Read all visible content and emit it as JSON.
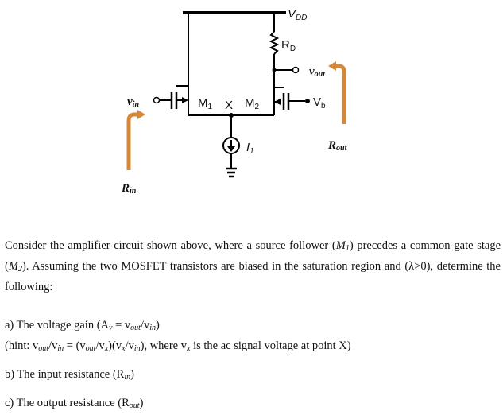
{
  "circuit": {
    "supply_label": "V",
    "supply_sub": "DD",
    "drain_resistor_label": "R",
    "drain_resistor_sub": "D",
    "output_label": "v",
    "output_sub": "out",
    "input_label": "v",
    "input_sub": "in",
    "m1_label": "M",
    "m1_sub": "1",
    "node_x_label": "X",
    "m2_label": "M",
    "m2_sub": "2",
    "bias_label": "V",
    "bias_sub": "b",
    "current_source_label": "I",
    "current_source_sub": "1",
    "rout_label": "R",
    "rout_sub": "out",
    "rin_label": "R",
    "rin_sub": "in",
    "colors": {
      "arrow": "#d4883a",
      "wire": "#000000"
    }
  },
  "problem": {
    "p1": "Consider the amplifier circuit shown above, where a source follower (",
    "m1": "M",
    "m1_sub": "1",
    "p2": ") precedes a common-gate stage (",
    "m2": "M",
    "m2_sub": "2",
    "p3": "). Assuming the two MOSFET transistors are biased in the saturation region and (λ>0), determine the following:"
  },
  "questions": {
    "a_prefix": "a) The voltage gain (A",
    "a_av_sub": "v",
    "a_eq": " = v",
    "a_out_sub": "out",
    "a_slash": "/v",
    "a_in_sub": "in",
    "a_close": ")",
    "hint_prefix": "(hint: v",
    "hint_out1": "out",
    "hint_slash1": "/v",
    "hint_in1": "in",
    "hint_eq": " = (v",
    "hint_out2": "out",
    "hint_slash2": "/v",
    "hint_x1": "x",
    "hint_mid": ")(v",
    "hint_x2": "x",
    "hint_slash3": "/v",
    "hint_in2": "in",
    "hint_where": "), where v",
    "hint_x3": "x",
    "hint_rest": " is the ac signal voltage at point X)",
    "b_prefix": "b) The input resistance (R",
    "b_sub": "in",
    "b_close": ")",
    "c_prefix": "c) The output resistance (R",
    "c_sub": "out",
    "c_close": ")"
  }
}
